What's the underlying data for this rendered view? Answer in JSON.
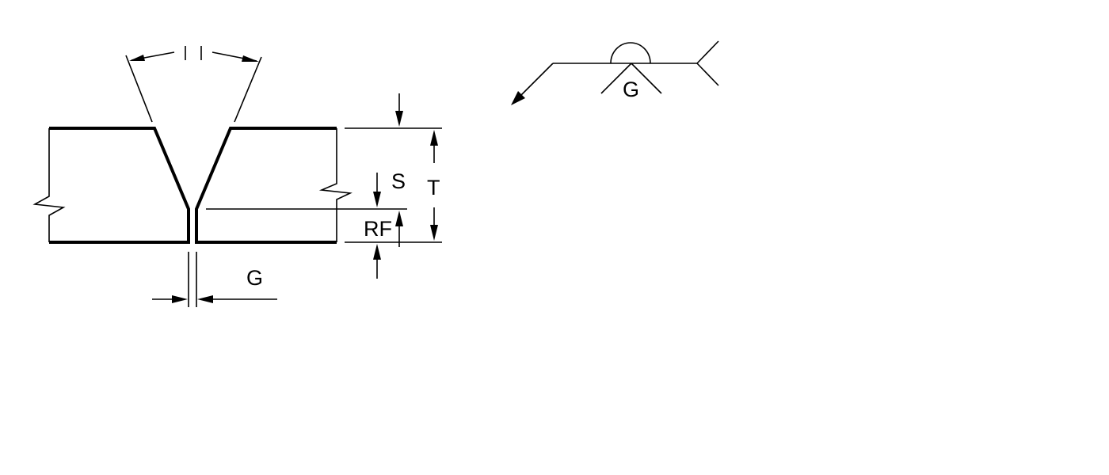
{
  "joint_section": {
    "label_s": "S",
    "label_t": "T",
    "label_rf": "RF",
    "label_g": "G"
  },
  "weld_symbol": {
    "label_g": "G"
  },
  "colors": {
    "line": "#000000",
    "background": "#ffffff"
  }
}
